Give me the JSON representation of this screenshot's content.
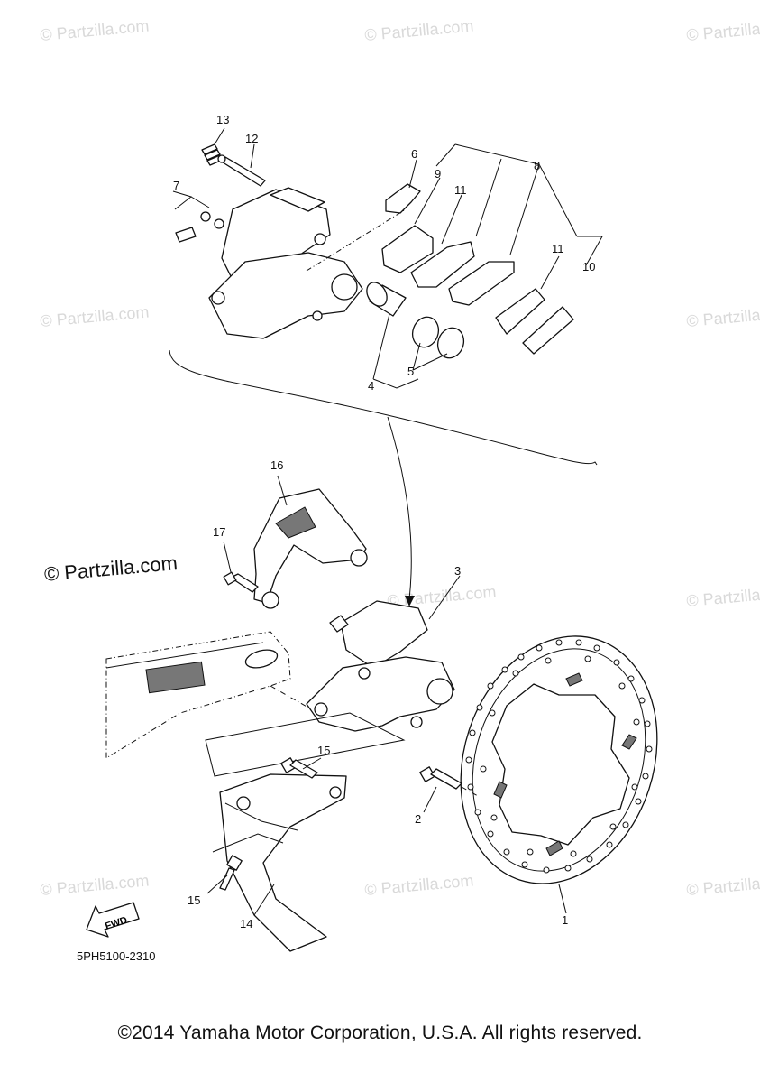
{
  "watermark": {
    "text": "© Partzilla.com"
  },
  "brand_watermark": {
    "text": "© Partzilla.com"
  },
  "callouts": {
    "c1": "1",
    "c2": "2",
    "c3": "3",
    "c4": "4",
    "c5": "5",
    "c6": "6",
    "c7": "7",
    "c8": "8",
    "c9": "9",
    "c10": "10",
    "c11a": "11",
    "c11b": "11",
    "c12": "12",
    "c13": "13",
    "c14": "14",
    "c15a": "15",
    "c15b": "15",
    "c16": "16",
    "c17": "17"
  },
  "fwd_label": "FWD",
  "diagram_code": "5PH5100-2310",
  "copyright": "©2014 Yamaha Motor Corporation, U.S.A. All rights reserved."
}
